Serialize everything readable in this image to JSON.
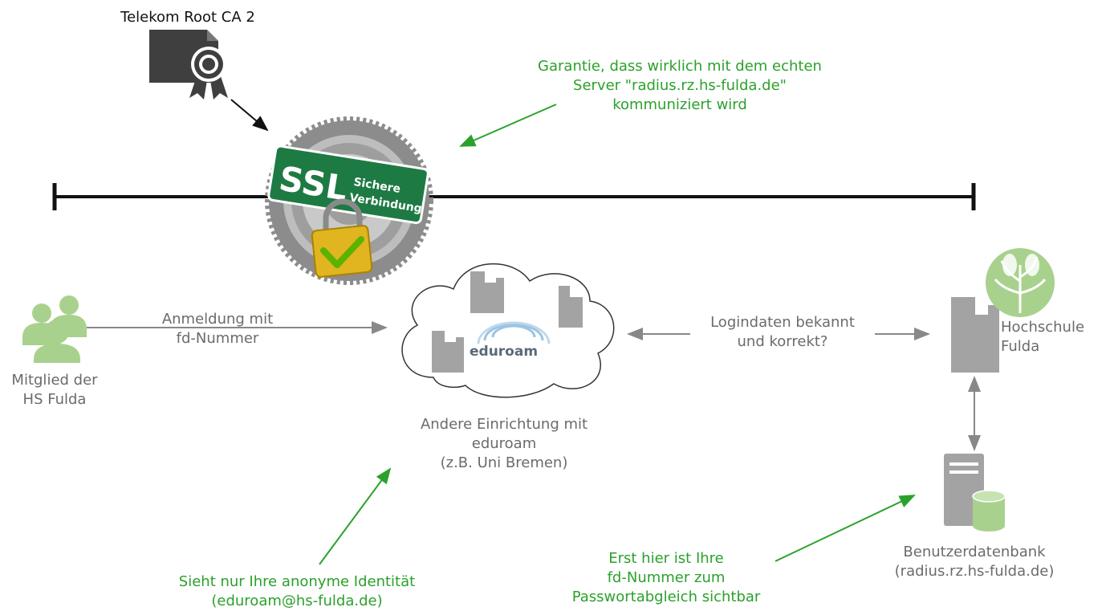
{
  "certificate": {
    "label": "Telekom Root CA 2",
    "icon": "certificate-icon"
  },
  "ssl_badge": {
    "main_text": "SSL",
    "sub_text_line1": "Sichere",
    "sub_text_line2": "Verbindung",
    "icon": "padlock-icon",
    "badge_color": "#1e7a43"
  },
  "notes": {
    "guarantee": "Garantie, dass wirklich mit dem echten\nServer \"radius.rz.hs-fulda.de\"\nkommuniziert wird",
    "anonymous": "Sieht nur Ihre anonyme Identität\n(eduroam@hs-fulda.de)",
    "visible_here": "Erst hier ist Ihre\nfd-Nummer zum\nPasswortabgleich sichtbar"
  },
  "nodes": {
    "member": {
      "label": "Mitglied der\nHS Fulda",
      "icon": "users-icon"
    },
    "institution": {
      "label": "Andere Einrichtung mit\neduroam\n(z.B. Uni Bremen)",
      "logo_text": "eduroam",
      "icon": "cloud-icon"
    },
    "university": {
      "label": "Hochschule\nFulda",
      "icon": "building-icon"
    },
    "database": {
      "label": "Benutzerdatenbank\n(radius.rz.hs-fulda.de)",
      "icon": "server-database-icon"
    }
  },
  "edges": {
    "login": "Anmeldung mit\nfd-Nummer",
    "check": "Logindaten bekannt\nund korrekt?"
  },
  "colors": {
    "green": "#2ba12b",
    "gray": "#888888",
    "icon_gray": "#a3a3a3",
    "icon_green": "#a9d18e"
  }
}
